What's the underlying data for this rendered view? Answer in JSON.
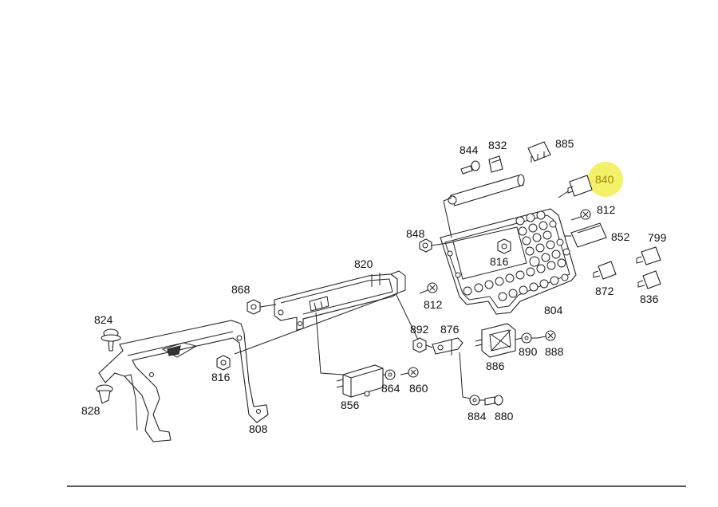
{
  "highlight_color": "#f3f06a",
  "callouts": {
    "p844": "844",
    "p832": "832",
    "p885": "885",
    "p840": "840",
    "p812a": "812",
    "p852": "852",
    "p799": "799",
    "p848": "848",
    "p816a": "816",
    "p820": "820",
    "p868": "868",
    "p812b": "812",
    "p804": "804",
    "p872": "872",
    "p836": "836",
    "p824": "824",
    "p892": "892",
    "p876": "876",
    "p890": "890",
    "p888": "888",
    "p886": "886",
    "p816b": "816",
    "p864": "864",
    "p860": "860",
    "p856": "856",
    "p828": "828",
    "p808": "808",
    "p884": "884",
    "p880": "880"
  }
}
